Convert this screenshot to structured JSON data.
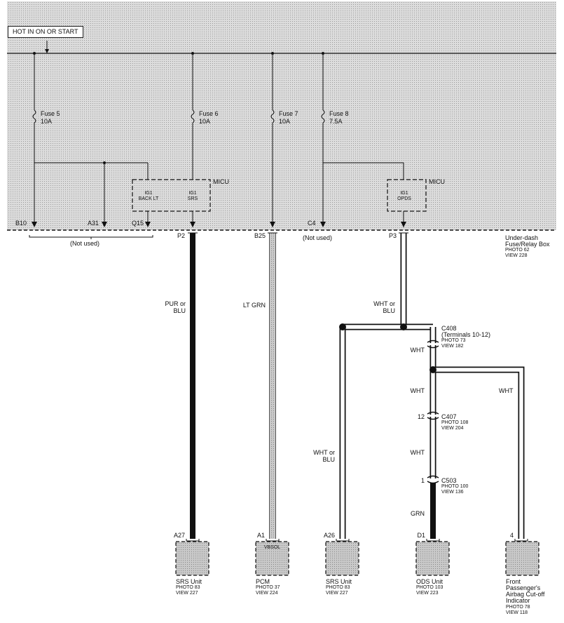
{
  "title": "HOT IN ON OR START",
  "fuses": [
    {
      "name": "Fuse 5",
      "rating": "10A"
    },
    {
      "name": "Fuse 6",
      "rating": "10A"
    },
    {
      "name": "Fuse 7",
      "rating": "10A"
    },
    {
      "name": "Fuse 8",
      "rating": "7.5A"
    }
  ],
  "micu_label": "MICU",
  "micu_left": {
    "ig1a": "IG1",
    "backlt": "BACK LT",
    "ig1b": "IG1",
    "srs": "SRS"
  },
  "micu_right": {
    "ig1": "IG1",
    "opds": "OPDS"
  },
  "terminals": {
    "b10": "B10",
    "a31": "A31",
    "q15": "Q15",
    "p2": "P2",
    "b25": "B25",
    "c4": "C4",
    "p3": "P3"
  },
  "not_used_label": "(Not used)",
  "fuse_box": {
    "name1": "Under-dash",
    "name2": "Fuse/Relay Box",
    "photo": "PHOTO 62",
    "view": "VIEW 228"
  },
  "wires": {
    "pur": "PUR or",
    "blu": "BLU",
    "ltgrn": "LT GRN",
    "whtblu1": "WHT or",
    "whtblu2": "BLU",
    "whtblu3": "WHT or",
    "whtblu4": "BLU",
    "wht1": "WHT",
    "wht2": "WHT",
    "wht3": "WHT",
    "wht4": "WHT",
    "grn": "GRN"
  },
  "connectors": {
    "c408": {
      "name": "C408",
      "sub": "(Terminals 10-12)",
      "photo": "PHOTO 73",
      "view": "VIEW 182"
    },
    "c407": {
      "pin": "12",
      "name": "C407",
      "photo": "PHOTO 108",
      "view": "VIEW 204"
    },
    "c503": {
      "pin": "1",
      "name": "C503",
      "photo": "PHOTO 100",
      "view": "VIEW 136"
    }
  },
  "components": [
    {
      "pin": "A27",
      "lines": [
        "SRS Unit"
      ],
      "photo": "PHOTO 83",
      "view": "VIEW 227",
      "inner": ""
    },
    {
      "pin": "A1",
      "lines": [
        "PCM"
      ],
      "photo": "PHOTO 37",
      "view": "VIEW 224",
      "inner": "VBSOL"
    },
    {
      "pin": "A26",
      "lines": [
        "SRS Unit"
      ],
      "photo": "PHOTO 83",
      "view": "VIEW 227",
      "inner": ""
    },
    {
      "pin": "D1",
      "lines": [
        "ODS Unit"
      ],
      "photo": "PHOTO 103",
      "view": "VIEW 223",
      "inner": ""
    },
    {
      "pin": "4",
      "lines": [
        "Front",
        "Passenger's",
        "Airbag Cut-off",
        "Indicator"
      ],
      "photo": "PHOTO 78",
      "view": "VIEW 118",
      "inner": ""
    }
  ],
  "colors": {
    "shade": "#d9d9d9",
    "box": "#c8c8c8",
    "wire_black": "#111111",
    "wire_gray": "#9a9a9a"
  }
}
